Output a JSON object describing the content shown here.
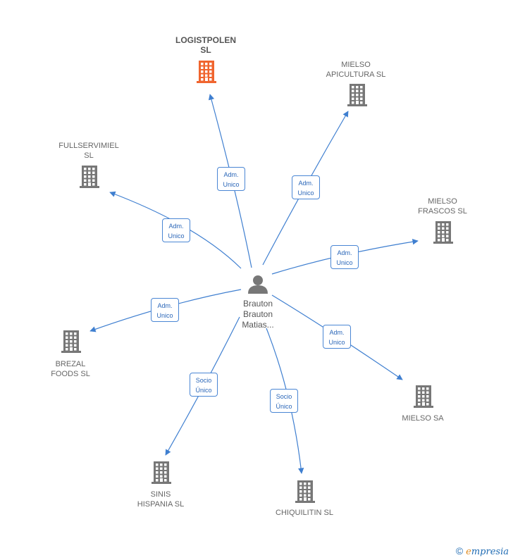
{
  "center": {
    "name": "Brauton\nBrauton\nMatias..."
  },
  "companies": [
    {
      "id": "logistpolen",
      "name": "LOGISTPOLEN\nSL",
      "highlight": true,
      "relation": "Adm.\nUnico"
    },
    {
      "id": "mielso-apicultura",
      "name": "MIELSO\nAPICULTURA  SL",
      "highlight": false,
      "relation": "Adm.\nUnico"
    },
    {
      "id": "fullservimiel",
      "name": "FULLSERVIMIEL\nSL",
      "highlight": false,
      "relation": "Adm.\nUnico"
    },
    {
      "id": "mielso-frascos",
      "name": "MIELSO\nFRASCOS  SL",
      "highlight": false,
      "relation": "Adm.\nUnico"
    },
    {
      "id": "brezal-foods",
      "name": "BREZAL\nFOODS  SL",
      "highlight": false,
      "relation": "Adm.\nUnico"
    },
    {
      "id": "mielso-sa",
      "name": "MIELSO SA",
      "highlight": false,
      "relation": "Adm.\nUnico"
    },
    {
      "id": "sinis-hispania",
      "name": "SINIS\nHISPANIA SL",
      "highlight": false,
      "relation": "Socio\nÚnico"
    },
    {
      "id": "chiquilitin",
      "name": "CHIQUILITIN SL",
      "highlight": false,
      "relation": "Socio\nÚnico"
    }
  ],
  "colors": {
    "edge": "#3f7fd0",
    "company": "#777777",
    "highlight": "#f0652f",
    "person": "#777777"
  },
  "footer": {
    "copyright_symbol": "©",
    "brand_first": "e",
    "brand_rest": "mpresia"
  }
}
